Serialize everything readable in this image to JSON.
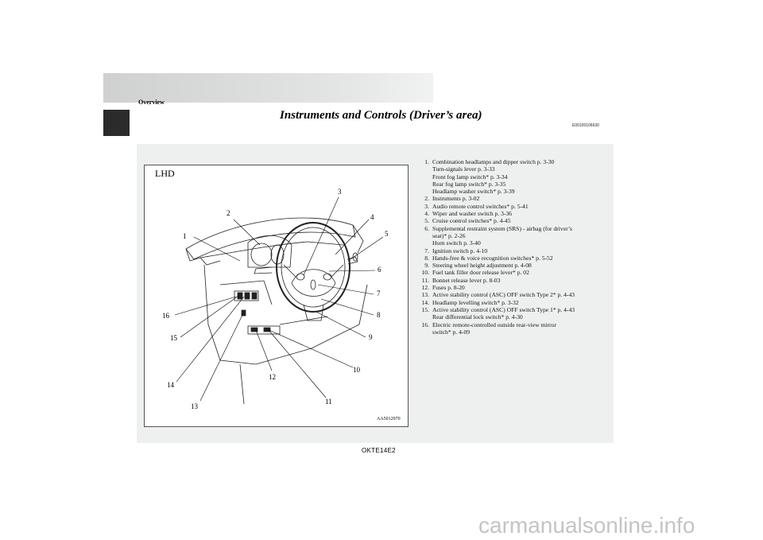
{
  "header": {
    "section": "Overview",
    "title": "Instruments and Controls (Driver’s area)",
    "ref_code": "E00100106630"
  },
  "figure": {
    "region_label": "LHD",
    "figure_code": "AA5012970",
    "callouts": [
      "1",
      "2",
      "3",
      "4",
      "5",
      "6",
      "7",
      "8",
      "9",
      "10",
      "11",
      "12",
      "13",
      "14",
      "15",
      "16"
    ]
  },
  "legend": [
    {
      "num": "1.",
      "lines": [
        "Combination headlamps and dipper switch p. 3-30",
        "Turn-signals lever p. 3-33",
        "Front fog lamp switch* p. 3-34",
        "Rear fog lamp switch*  p. 3-35",
        "Headlamp washer switch* p. 3-39"
      ]
    },
    {
      "num": "2.",
      "lines": [
        "Instruments p. 3-02"
      ]
    },
    {
      "num": "3.",
      "lines": [
        "Audio remote control switches* p. 5-41"
      ]
    },
    {
      "num": "4.",
      "lines": [
        "Wiper and washer switch p. 3-36"
      ]
    },
    {
      "num": "5.",
      "lines": [
        "Cruise control switches* p. 4-45"
      ]
    },
    {
      "num": "6.",
      "lines": [
        "Supplemental restraint system (SRS) - airbag (for driver’s",
        "seat)* p. 2-26",
        "Horn switch p. 3-40"
      ]
    },
    {
      "num": "7.",
      "lines": [
        "Ignition switch p. 4-10"
      ]
    },
    {
      "num": "8.",
      "lines": [
        "Hands-free & voice recognition switches* p. 5-52"
      ]
    },
    {
      "num": "9.",
      "lines": [
        "Steering wheel height adjustment p. 4-08"
      ]
    },
    {
      "num": "10.",
      "lines": [
        "Fuel tank filler door release lever* p. 02"
      ]
    },
    {
      "num": "11.",
      "lines": [
        "Bonnet release lever p. 8-03"
      ]
    },
    {
      "num": "12.",
      "lines": [
        "Fuses p. 8-20"
      ]
    },
    {
      "num": "13.",
      "lines": [
        "Active stability control (ASC) OFF switch Type 2* p. 4-43"
      ]
    },
    {
      "num": "14.",
      "lines": [
        "Headlamp levelling switch* p. 3-32"
      ]
    },
    {
      "num": "15.",
      "lines": [
        "Active stability control (ASC) OFF switch Type 1* p. 4-43",
        "Rear differential lock switch* p. 4-30"
      ]
    },
    {
      "num": "16.",
      "lines": [
        "Electric remote-controlled outside rear-view mirror",
        "switch* p. 4-09"
      ]
    }
  ],
  "footer": {
    "code": "OKTE14E2",
    "watermark": "carmanualsonline.info"
  }
}
